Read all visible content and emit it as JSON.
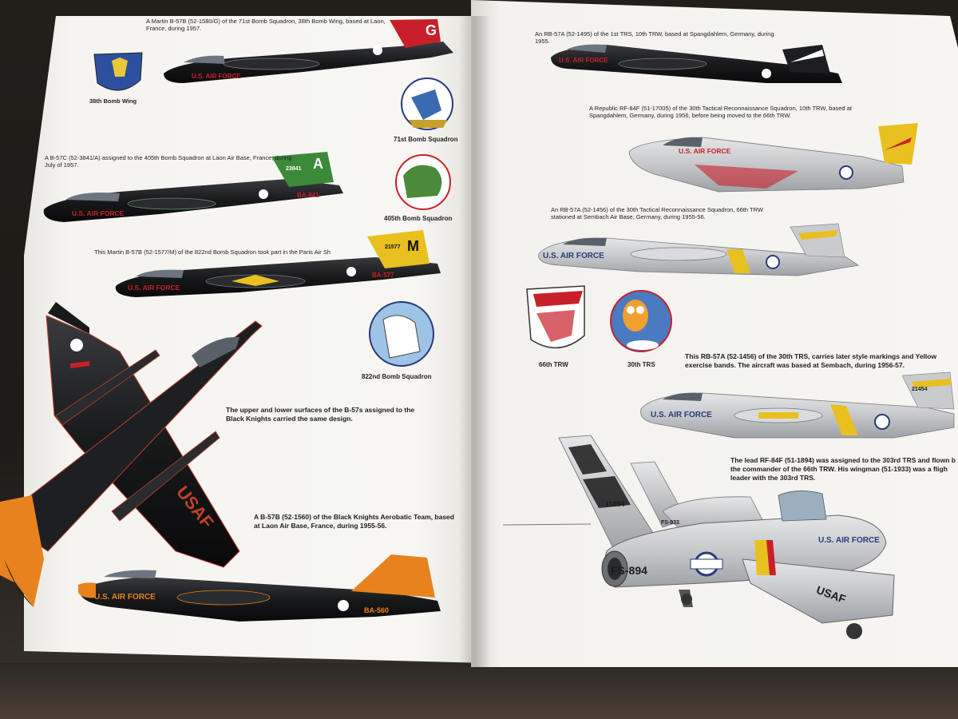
{
  "captions": {
    "b57b_71st": "A Martin B-57B (52-1580/G) of the 71st Bomb Squadron, 38th Bomb Wing, based at Laon, France, during 1957.",
    "b57c_405th": "A B-57C (52-3841/A) assigned to the 405th Bomb Squadron at Laon Air Base, France, during July of 1957.",
    "b57b_822nd": "This Martin B-57B (52-1577/M) of the 822nd Bomb Squadron took part in the Paris Air Sh",
    "black_knights_surfaces": "The upper and lower surfaces of the B-57s assigned to the Black Knights carried the same design.",
    "black_knights_b57b": "A B-57B (52-1560) of the Black Knights Aerobatic Team, based at Laon Air Base, France, during 1955-56.",
    "rb57a_1st_trs": "An RB-57A (52-1495) of the 1st TRS, 10th TRW, based at Spangdahlem, Germany, during 1955.",
    "rf84f_30th": "A Republic RF-84F (51-17005) of the 30th Tactical Reconnaissance Squadron, 10th TRW, based at Spangdahlem, Germany, during 1956, before being moved to the 66th TRW.",
    "rb57a_30th_66th": "An RB-57A (52-1456) of the 30th Tactical Reconnaissance Squadron, 66th TRW stationed at Sembach Air Base, Germany, during 1955-56.",
    "rb57a_later": "This RB-57A (52-1456) of the 30th TRS, carries later style markings and Yellow exercise bands. The aircraft was based at Sembach, during 1956-57.",
    "rf84f_lead": "The lead RF-84F (51-1894) was assigned to the 303rd TRS and flown b the commander of the 66th TRW. His wingman (51-1933) was a fligh leader with the 303rd TRS."
  },
  "insignia_labels": {
    "bomb_wing_38": "38th Bomb Wing",
    "sq_71": "71st Bomb Squadron",
    "sq_405": "405th Bomb Squadron",
    "sq_822": "822nd Bomb Squadron",
    "trw_66": "66th TRW",
    "trs_30": "30th TRS"
  },
  "aircraft_markings": {
    "usaf": "U.S. AIR FORCE",
    "tail_g": "G",
    "tail_a": "A",
    "tail_m": "M",
    "serial_3841": "23841",
    "serial_21577": "21577",
    "buzz_841": "BA-841",
    "buzz_577": "BA-577",
    "buzz_560": "BA-560",
    "usaf_short": "USAF",
    "fs894": "FS-894",
    "serial_1894": "11894",
    "fs933": "FS-933",
    "serial_21454": "21454"
  },
  "colors": {
    "black_knight_orange": "#e8821e",
    "tail_red": "#c8202a",
    "tail_green": "#3b8a3a",
    "tail_yellow": "#e8c020",
    "silver": "#c9cbce",
    "insignia_blue": "#2a3a7a"
  }
}
